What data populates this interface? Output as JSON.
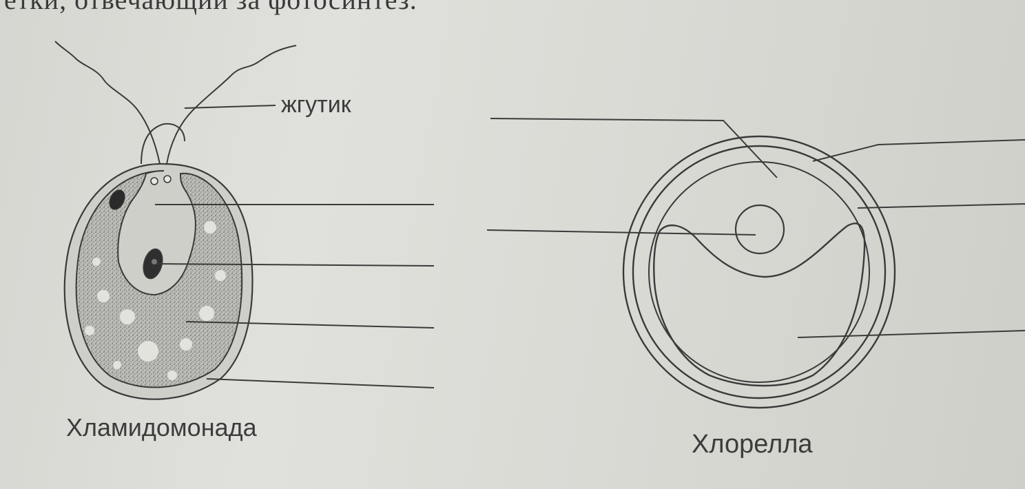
{
  "header_text": "етки, отвечающий за фотосинтез.",
  "labels": {
    "flagellum": "жгутик"
  },
  "captions": {
    "chlamydomonas": "Хламидомонада",
    "chlorella": "Хлорелла"
  },
  "colors": {
    "ink": "#3a3a3a",
    "paper": "#dcdcd7",
    "cytoplasm_stipple": "#6b6b6b"
  }
}
